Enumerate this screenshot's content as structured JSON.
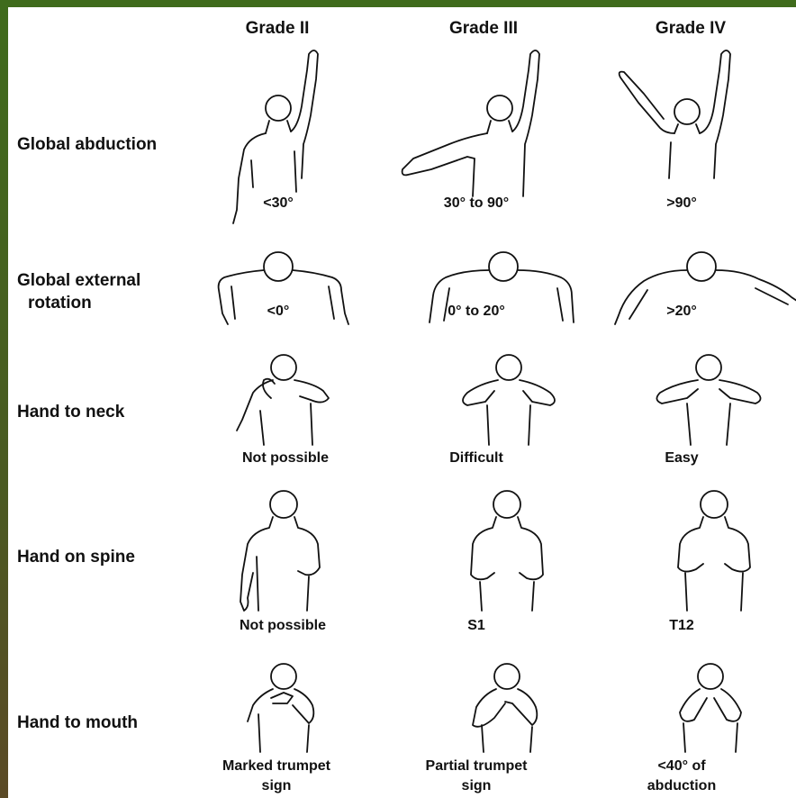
{
  "columns": [
    "Grade II",
    "Grade III",
    "Grade IV"
  ],
  "rows": [
    {
      "label_lines": [
        "Global abduction"
      ],
      "captions": [
        "<30°",
        "30° to 90°",
        ">90°"
      ]
    },
    {
      "label_lines": [
        "Global external",
        "rotation"
      ],
      "captions": [
        "<0°",
        "0° to 20°",
        ">20°"
      ]
    },
    {
      "label_lines": [
        "Hand to neck"
      ],
      "captions": [
        "Not possible",
        "Difficult",
        "Easy"
      ]
    },
    {
      "label_lines": [
        "Hand on spine"
      ],
      "captions": [
        "Not possible",
        "S1",
        "T12"
      ]
    },
    {
      "label_lines": [
        "Hand to mouth"
      ],
      "captions": [
        [
          "Marked trumpet",
          "sign"
        ],
        [
          "Partial trumpet",
          "sign"
        ],
        [
          "<40° of",
          "abduction"
        ]
      ]
    }
  ],
  "colors": {
    "border": "#4a5d1e",
    "background": "#ffffff",
    "ink": "#111111"
  }
}
